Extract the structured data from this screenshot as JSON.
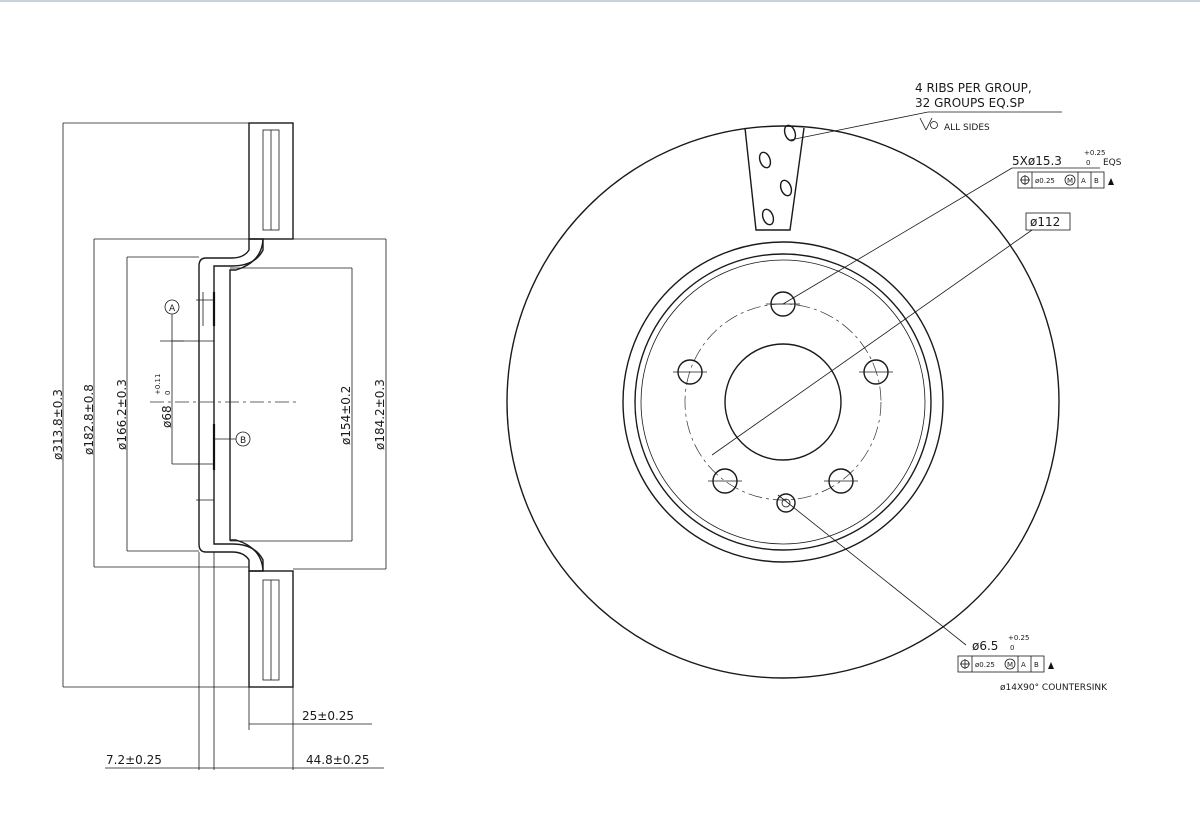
{
  "dims": {
    "d_313": "ø313.8±0.3",
    "d_182": "ø182.8±0.8",
    "d_166": "ø166.2±0.3",
    "d_68": "ø68",
    "d_68_tol_up": "+0.11",
    "d_68_tol_lo": "0",
    "d_154": "ø154±0.2",
    "d_184": "ø184.2±0.3",
    "w_25": "25±0.25",
    "w_72": "7.2±0.25",
    "w_448": "44.8±0.25",
    "d_112": "ø112"
  },
  "datums": {
    "a": "A",
    "b": "B"
  },
  "notes": {
    "ribs_line1": "4 RIBS PER GROUP,",
    "ribs_line2": "32 GROUPS EQ.SP",
    "all_sides": "ALL SIDES",
    "bolt_holes": "5Xø15.3",
    "bolt_tol_up": "+0.25",
    "bolt_tol_lo": "0",
    "bolt_eqs": "EQS",
    "bolt_fcf_tol": "ø0.25",
    "bolt_fcf_m": "M",
    "bolt_fcf_ref": "A",
    "bolt_fcf_ref2": "B",
    "pin_hole": "ø6.5",
    "pin_tol_up": "+0.25",
    "pin_tol_lo": "0",
    "pin_fcf_tol": "ø0.25",
    "pin_fcf_m": "M",
    "pin_fcf_ref": "A",
    "pin_fcf_ref2": "B",
    "countersink": "ø14X90° COUNTERSINK"
  },
  "symbols": {
    "position": "position-symbol",
    "flag": "triangle-flag-icon"
  }
}
